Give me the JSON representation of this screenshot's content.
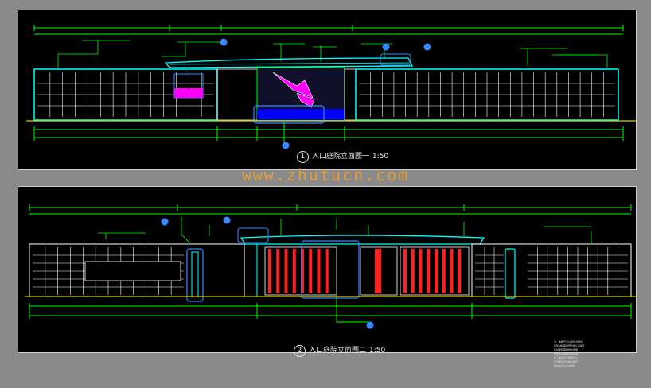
{
  "drawing": {
    "background_color": "#8a8a8a",
    "panel_color": "#000000",
    "line_colors": {
      "cyan": "#00ffff",
      "green": "#00ff00",
      "white": "#ffffff",
      "magenta": "#ff00ff",
      "red": "#ff2020",
      "blue": "#0000ff",
      "annotation": "#3a86ff",
      "ground": "#d8d000"
    }
  },
  "views": [
    {
      "number": "1",
      "title": "入口庭院立面图一",
      "scale": "1:50"
    },
    {
      "number": "2",
      "title": "入口庭院立面图二",
      "scale": "1:50"
    }
  ],
  "watermark": "www.zhutucn.com",
  "legend_lines": [
    "注：本图尺寸以毫米为单位",
    "所有材料需经甲方确认后施工",
    "石材面层需做防护处理",
    "钢构件均需做防锈处理",
    "施工前请核对现场尺寸",
    "未尽事宜详见相关规范",
    "图中标高以米为单位"
  ]
}
